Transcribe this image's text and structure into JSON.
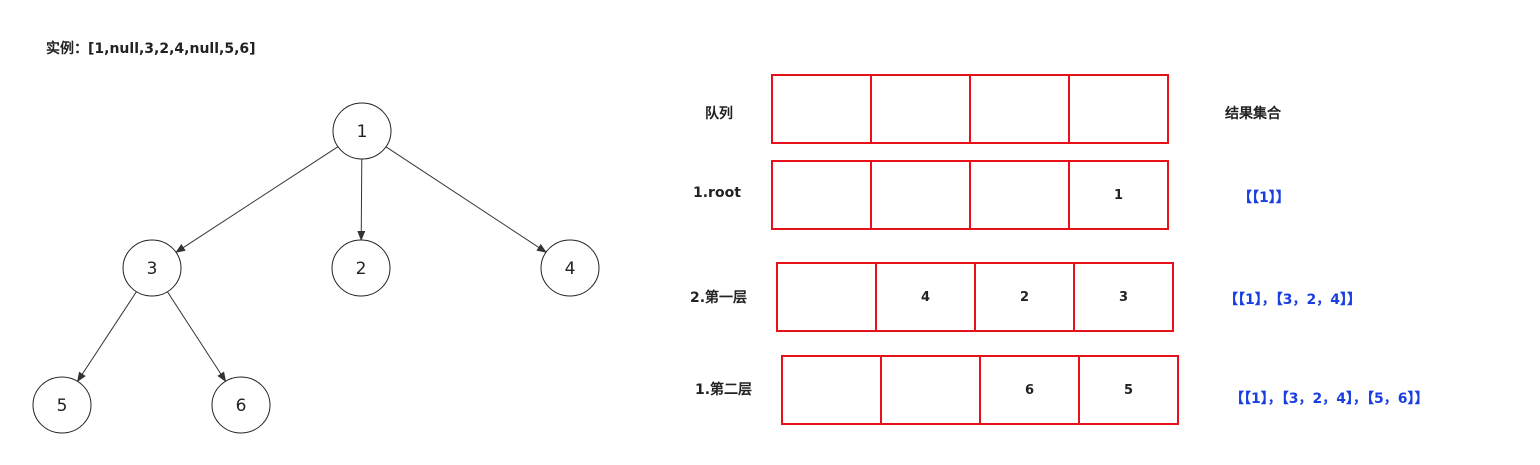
{
  "title": "实例：[1,null,3,2,4,null,5,6]",
  "tree": {
    "nodes": [
      {
        "id": "n1",
        "label": "1"
      },
      {
        "id": "n3",
        "label": "3"
      },
      {
        "id": "n2",
        "label": "2"
      },
      {
        "id": "n4",
        "label": "4"
      },
      {
        "id": "n5",
        "label": "5"
      },
      {
        "id": "n6",
        "label": "6"
      }
    ],
    "edges": [
      {
        "from": "n1",
        "to": "n3"
      },
      {
        "from": "n1",
        "to": "n2"
      },
      {
        "from": "n1",
        "to": "n4"
      },
      {
        "from": "n3",
        "to": "n5"
      },
      {
        "from": "n3",
        "to": "n6"
      }
    ]
  },
  "queue_header": "队列",
  "result_header": "结果集合",
  "rows": [
    {
      "label": "",
      "cells": [
        "",
        "",
        "",
        ""
      ],
      "result": ""
    },
    {
      "label": "1.root",
      "cells": [
        "",
        "",
        "",
        "1"
      ],
      "result": "【【1】】"
    },
    {
      "label": "2.第一层",
      "cells": [
        "",
        "4",
        "2",
        "3"
      ],
      "result": "【【1】，【3，2，4】】"
    },
    {
      "label": "1.第二层",
      "cells": [
        "",
        "",
        "6",
        "5"
      ],
      "result": "【【1】，【3，2，4】，【5，6】】"
    }
  ],
  "colors": {
    "queue_border": "#e8101a",
    "result_text": "#1a3fe0"
  }
}
